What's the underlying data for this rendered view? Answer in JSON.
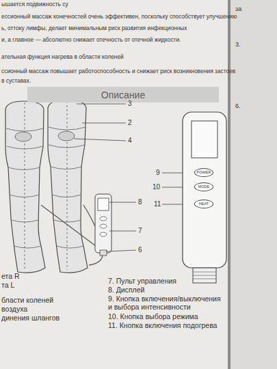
{
  "diagram": {
    "nodes": [
      {
        "text": [
          "Описание"
        ]
      },
      {
        "text": [
          "POWER"
        ]
      },
      {
        "text": [
          "MODE"
        ]
      },
      {
        "text": [
          "HEAT"
        ]
      }
    ],
    "labels": [
      "ышается подвижность су",
      "ессионный массаж конечностей очень эффективен, поскольку способствует улучшению",
      "ь, оттоку лимфы, делает минимальным риск развития инфекционных",
      "и, а главное — абсолютно снижает отечность от отечной жидкости.",
      "ательная функция нагрева в области коленей",
      "ссионный массаж повышает работоспособность и снижает риск возникновения застоев",
      "в суставах.",
      "3",
      "2",
      "4",
      "8",
      "7",
      "6",
      "9",
      "10",
      "11",
      "ета R",
      "та L",
      "бласти коленей",
      "воздуха",
      "динения шлангов",
      "7. Пульт управления",
      "8. Дисплей",
      "9. Кнопка включения/выключения и выбора интенсивности",
      "10. Кнопка выбора режима",
      "11. Кнопка включения подогрева",
      "за",
      "3.",
      "6."
    ]
  }
}
